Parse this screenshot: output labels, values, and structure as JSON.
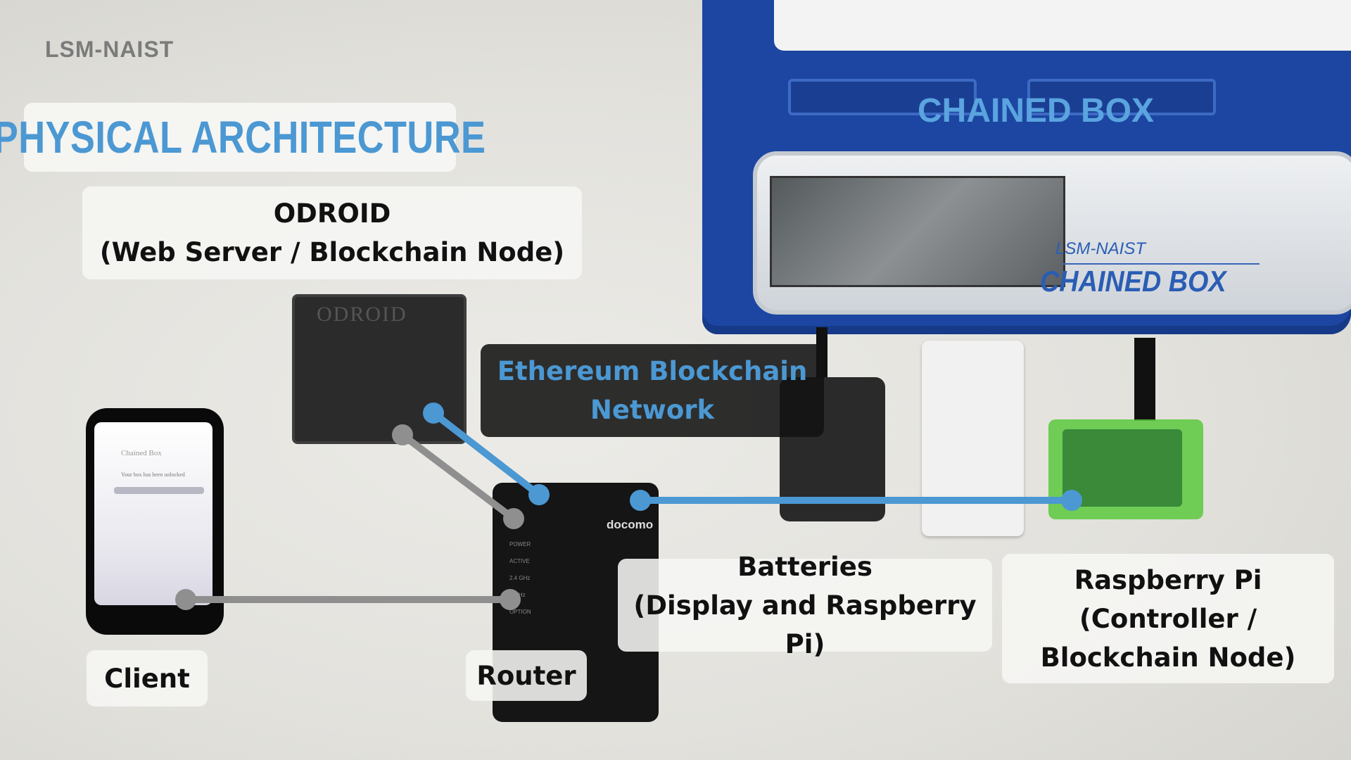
{
  "brand": "LSM-NAIST",
  "title": "PHYSICAL ARCHITECTURE",
  "box_label": "CHAINED BOX",
  "box_plate": {
    "line1": "LSM-NAIST",
    "line2": "CHAINED BOX"
  },
  "odroid_label": {
    "line1": "ODROID",
    "line2": "(Web Server / Blockchain Node)"
  },
  "network_label": {
    "line1": "Ethereum Blockchain",
    "line2": "Network"
  },
  "client_label": "Client",
  "router_label": "Router",
  "batteries_label": {
    "line1": "Batteries",
    "line2": "(Display and Raspberry Pi)"
  },
  "pi_label": {
    "line1": "Raspberry Pi",
    "line2": "(Controller /",
    "line3": "Blockchain Node)"
  },
  "device_prints": {
    "odroid_logo": "ODROID",
    "router_brand": "docomo",
    "router_leds": [
      "POWER",
      "ACTIVE",
      "2.4 GHz",
      "5 GHz",
      "OPTION"
    ],
    "phone_title": "Chained Box",
    "phone_message": "Your box has been unlocked"
  },
  "colors": {
    "blockchain_link": "#4b98d3",
    "local_link": "#8f8f8f",
    "title_blue": "#4b98d3",
    "box_blue": "#1c46a2"
  }
}
